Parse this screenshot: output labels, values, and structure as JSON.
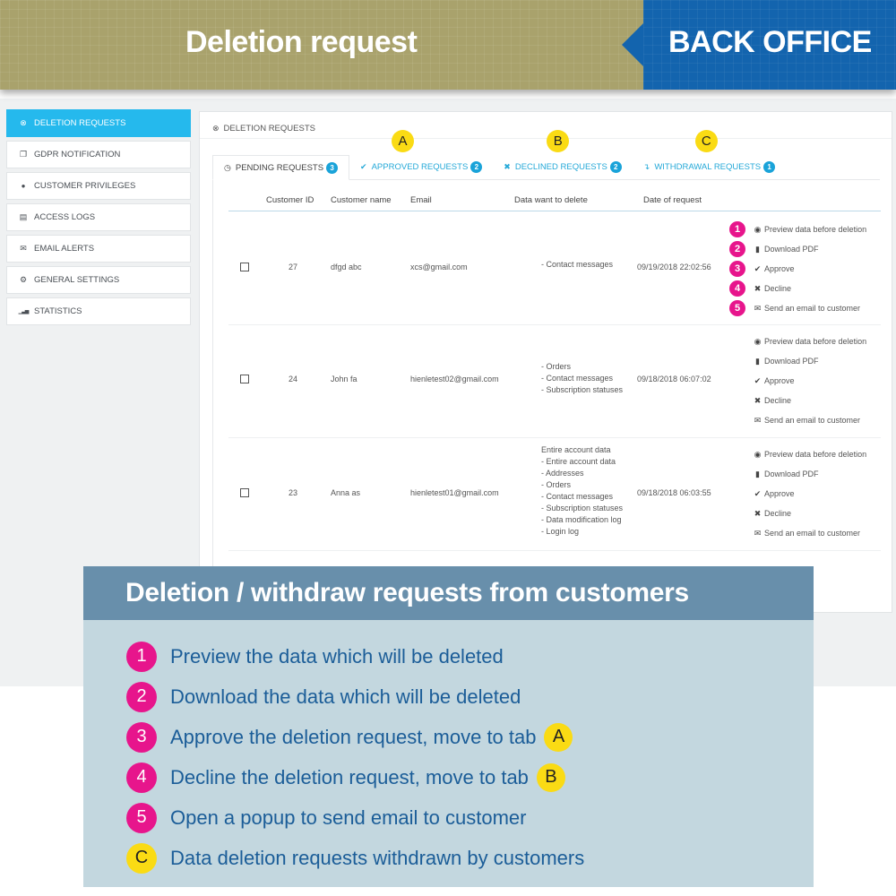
{
  "banner": {
    "title": "Deletion request",
    "badge": "BACK OFFICE",
    "colors": {
      "banner_bg": "#a9a26c",
      "badge_bg": "#1364ae"
    }
  },
  "sidebar": {
    "items": [
      {
        "label": "DELETION REQUESTS",
        "icon": "times-circle-icon",
        "glyph": "⊗",
        "active": true
      },
      {
        "label": "GDPR NOTIFICATION",
        "icon": "copy-icon",
        "glyph": "❐",
        "active": false
      },
      {
        "label": "CUSTOMER PRIVILEGES",
        "icon": "user-icon",
        "glyph": "👤",
        "active": false
      },
      {
        "label": "ACCESS LOGS",
        "icon": "file-icon",
        "glyph": "🗎",
        "active": false
      },
      {
        "label": "EMAIL ALERTS",
        "icon": "envelope-icon",
        "glyph": "✉",
        "active": false
      },
      {
        "label": "GENERAL SETTINGS",
        "icon": "gear-icon",
        "glyph": "⚙",
        "active": false
      },
      {
        "label": "STATISTICS",
        "icon": "signal-icon",
        "glyph": "▁▃▅",
        "active": false
      }
    ]
  },
  "panel": {
    "heading": "DELETION REQUESTS",
    "heading_glyph": "⊗"
  },
  "tabs": [
    {
      "label": "PENDING REQUESTS",
      "count": "3",
      "glyph": "◷",
      "marker": "",
      "active": true
    },
    {
      "label": "APPROVED REQUESTS",
      "count": "2",
      "glyph": "✔",
      "marker": "A",
      "active": false
    },
    {
      "label": "DECLINED REQUESTS",
      "count": "2",
      "glyph": "✖",
      "marker": "B",
      "active": false
    },
    {
      "label": "WITHDRAWAL REQUESTS",
      "count": "1",
      "glyph": "↴",
      "marker": "C",
      "active": false
    }
  ],
  "table": {
    "columns": [
      "Customer ID",
      "Customer name",
      "Email",
      "Data want to delete",
      "Date of request"
    ],
    "actions": [
      {
        "label": "Preview data before deletion",
        "glyph": "👁",
        "icon": "eye-icon",
        "marker": "1"
      },
      {
        "label": "Download PDF",
        "glyph": "🗎",
        "icon": "file-pdf-icon",
        "marker": "2"
      },
      {
        "label": "Approve",
        "glyph": "✔",
        "icon": "check-icon",
        "marker": "3"
      },
      {
        "label": "Decline",
        "glyph": "✖",
        "icon": "times-icon",
        "marker": "4"
      },
      {
        "label": "Send an email to customer",
        "glyph": "✉",
        "icon": "envelope-icon",
        "marker": "5"
      }
    ],
    "rows": [
      {
        "id": "27",
        "name": "dfgd abc",
        "email": "xcs@gmail.com",
        "data": [
          "- Contact messages"
        ],
        "date": "09/19/2018 22:02:56"
      },
      {
        "id": "24",
        "name": "John fa",
        "email": "hienletest02@gmail.com",
        "data": [
          "- Orders",
          "- Contact messages",
          "- Subscription statuses"
        ],
        "date": "09/18/2018 06:07:02"
      },
      {
        "id": "23",
        "name": "Anna as",
        "email": "hienletest01@gmail.com",
        "data": [
          "Entire account data",
          "- Entire account data",
          "- Addresses",
          "- Orders",
          "- Contact messages",
          "- Subscription statuses",
          "- Data modification log",
          "- Login log"
        ],
        "date": "09/18/2018 06:03:55"
      }
    ]
  },
  "info": {
    "title": "Deletion / withdraw requests from customers",
    "items": [
      {
        "marker": "1",
        "text": "Preview the data which will be deleted",
        "tab_ref": ""
      },
      {
        "marker": "2",
        "text": "Download the data which will be deleted",
        "tab_ref": ""
      },
      {
        "marker": "3",
        "text": "Approve the deletion request, move to tab",
        "tab_ref": "A"
      },
      {
        "marker": "4",
        "text": "Decline the deletion request, move to tab",
        "tab_ref": "B"
      },
      {
        "marker": "5",
        "text": "Open a popup to send email to customer",
        "tab_ref": ""
      },
      {
        "marker": "C",
        "text": "Data deletion requests withdrawn by customers",
        "tab_ref": ""
      }
    ],
    "colors": {
      "head_bg": "#688fab",
      "body_bg": "#c3d7df",
      "number_marker": "#e7158c",
      "letter_marker": "#fadb14",
      "text": "#1b5d98"
    }
  }
}
